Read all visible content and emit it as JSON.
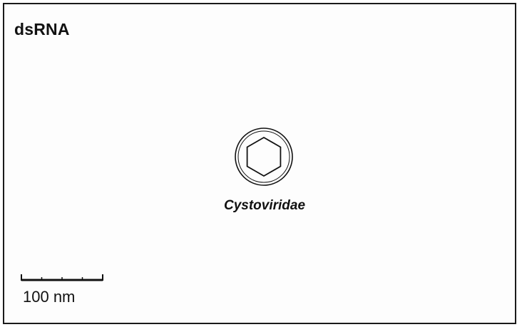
{
  "panel": {
    "title": "dsRNA"
  },
  "virus": {
    "family_label": "Cystoviridae",
    "shape-icon": "hexagon-in-circle-icon"
  },
  "scale": {
    "label": "100 nm"
  },
  "colors": {
    "ink": "#111111",
    "background": "#fdfdfd"
  }
}
